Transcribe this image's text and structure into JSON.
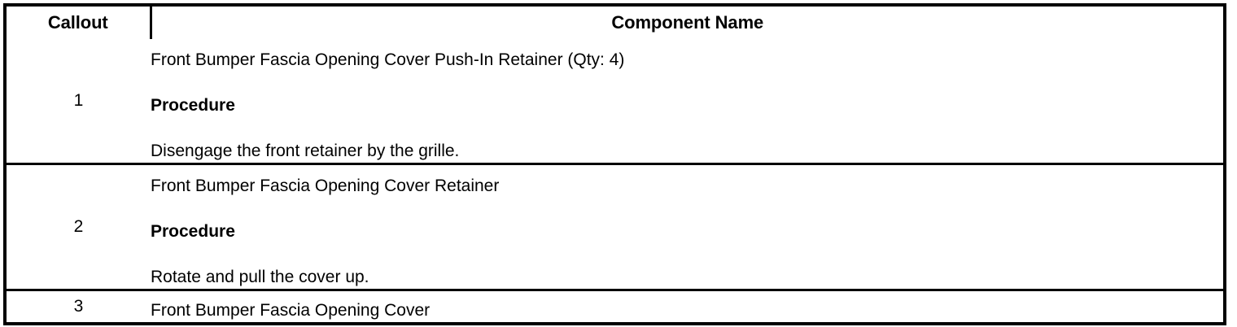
{
  "table": {
    "headers": {
      "callout": "Callout",
      "component_name": "Component Name"
    },
    "rows": [
      {
        "callout": "1",
        "component": "Front Bumper Fascia Opening Cover Push-In Retainer (Qty: 4)",
        "procedure_label": "Procedure",
        "procedure_text": "Disengage the front retainer by the grille."
      },
      {
        "callout": "2",
        "component": "Front Bumper Fascia Opening Cover Retainer",
        "procedure_label": "Procedure",
        "procedure_text": "Rotate and pull the cover up."
      },
      {
        "callout": "3",
        "component": "Front Bumper Fascia Opening Cover"
      }
    ]
  },
  "colors": {
    "border": "#000000",
    "text": "#000000",
    "background": "#ffffff"
  }
}
